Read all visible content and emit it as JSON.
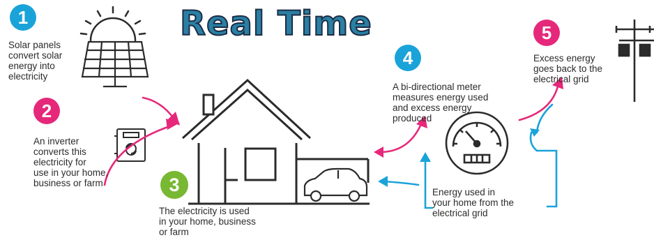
{
  "title": "Real Time",
  "steps": [
    {
      "number": "1",
      "text": "Solar panels\nconvert solar\nenergy into\nelectricity",
      "color": "#1aa3d9"
    },
    {
      "number": "2",
      "text": "An inverter\nconverts this\nelectricity for\nuse in your home,\nbusiness or farm",
      "color": "#e6287a"
    },
    {
      "number": "3",
      "text": "The electricity is used\nin your home, business\nor farm",
      "color": "#78b832"
    },
    {
      "number": "4",
      "text": "A bi-directional meter\nmeasures energy used\nand excess energy\nproduced",
      "color": "#1aa3d9"
    },
    {
      "number": "5",
      "text": "Excess energy\ngoes back to the\nelectrical grid",
      "color": "#e6287a"
    }
  ],
  "grid_note": "Energy used in\nyour  home from the\nelectrical grid",
  "colors": {
    "magenta": "#e6287a",
    "cyan": "#1aa3d9",
    "line": "#2b2b2b"
  }
}
